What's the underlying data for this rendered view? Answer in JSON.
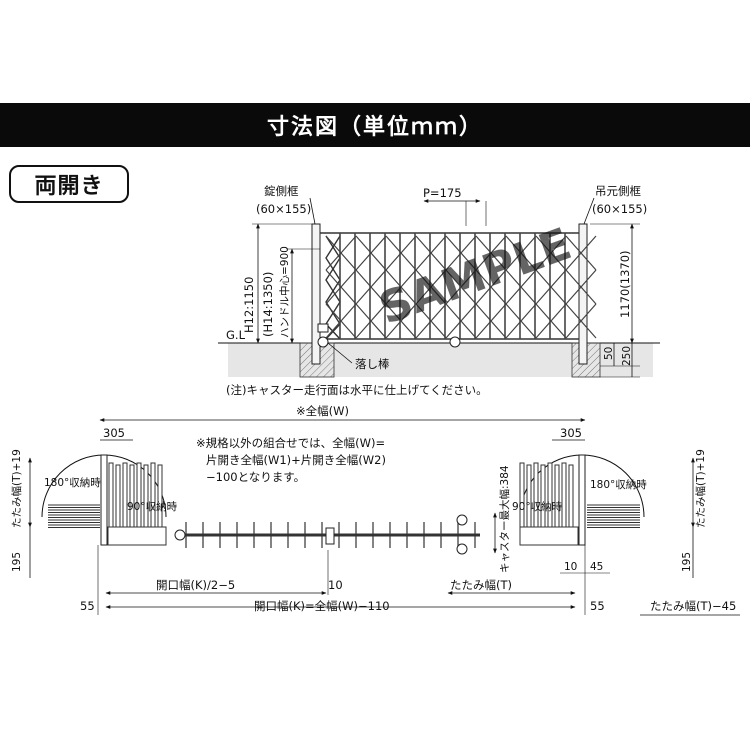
{
  "header": {
    "title": "寸法図（単位ｍｍ）"
  },
  "tag": {
    "label": "両開き"
  },
  "elevation": {
    "lock_frame": "錠側框",
    "lock_frame_size": "(60×155)",
    "hinge_frame": "吊元側框",
    "hinge_frame_size": "(60×155)",
    "pitch": "P=175",
    "height_main": "H12:1150",
    "height_alt": "(H14:1350)",
    "handle_center": "ハンドル中心=900",
    "ground": "G.L",
    "frame_height": "1170(1370)",
    "dim_50": "50",
    "dim_250": "250",
    "drop_rod": "落し棒",
    "note": "(注)キャスター走行面は水平に仕上げてください。",
    "watermark": "SAMPLE"
  },
  "plan": {
    "total_width": "※全幅(W)",
    "left_305": "305",
    "right_305": "305",
    "note_line1": "※規格以外の組合せでは、全幅(W)=",
    "note_line2": "片開き全幅(W1)+片開き全幅(W2)",
    "note_line3": "−100となります。",
    "left_fold_width": "たたみ幅(T)+19",
    "right_fold_width": "たたみ幅(T)+19",
    "left_180": "180°収納時",
    "right_180": "180°収納時",
    "left_90": "90°収納時",
    "right_90": "90°収納時",
    "caster_width": "キャスター最大幅:384",
    "left_195": "195",
    "right_195": "195",
    "dim_10_45_a": "10",
    "dim_10_45_b": "45",
    "half_opening": "開口幅(K)/2−5",
    "center_gap": "10",
    "fold_width": "たたみ幅(T)",
    "left_55": "55",
    "right_55": "55",
    "opening": "開口幅(K)=全幅(W)−110",
    "fold_minus": "たたみ幅(T)−45"
  }
}
